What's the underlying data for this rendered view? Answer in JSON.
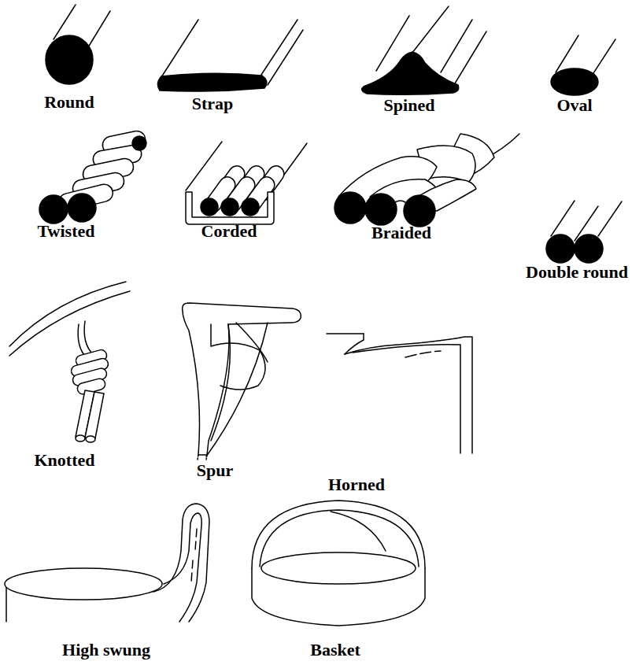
{
  "diagram": {
    "labels": [
      "Round",
      "Strap",
      "Spined",
      "Oval",
      "Twisted",
      "Corded",
      "Braided",
      "Double round",
      "Knotted",
      "Spur",
      "Horned",
      "High swung",
      "Basket"
    ]
  }
}
